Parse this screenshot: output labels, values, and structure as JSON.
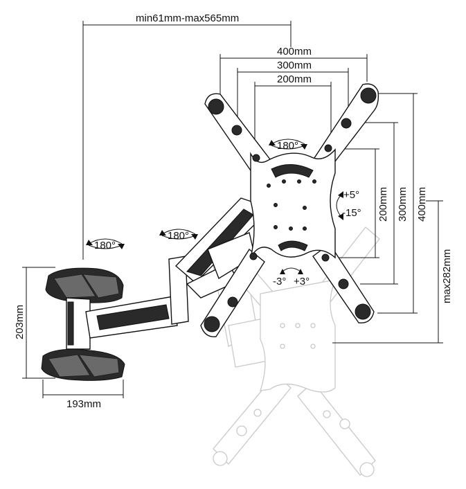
{
  "dimensions": {
    "reach": "min61mm-max565mm",
    "vesa_horizontal": [
      "400mm",
      "300mm",
      "200mm"
    ],
    "vesa_vertical": [
      "200mm",
      "300mm",
      "400mm"
    ],
    "height_adjust": "max282mm",
    "wall_plate_height": "203mm",
    "wall_plate_width": "193mm"
  },
  "rotations": {
    "wall_swivel": "180°",
    "arm_swivel": "180°",
    "plate_swivel": "180°",
    "tilt_up": "+5°",
    "tilt_down": "-15°",
    "level_minus": "-3°",
    "level_plus": "+3°"
  },
  "icons": {
    "rotation_arrow": "double-arrow-arc-icon",
    "tilt_arrow": "tilt-arc-icon",
    "level_arrow": "level-arc-icon"
  }
}
